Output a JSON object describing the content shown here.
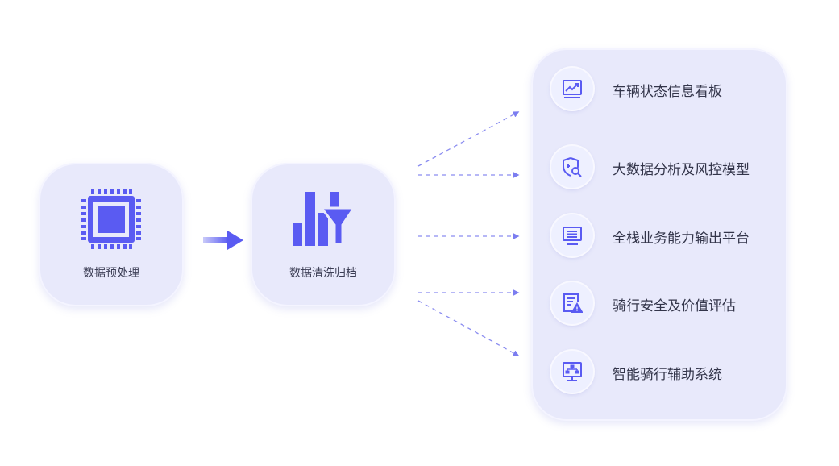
{
  "source": {
    "preprocess_label": "数据预处理",
    "clean_label": "数据清洗归档"
  },
  "outputs": [
    {
      "label": "车辆状态信息看板",
      "icon": "chart-trend-icon"
    },
    {
      "label": "大数据分析及风控模型",
      "icon": "shield-search-icon"
    },
    {
      "label": "全栈业务能力输出平台",
      "icon": "monitor-icon"
    },
    {
      "label": "骑行安全及价值评估",
      "icon": "document-warning-icon"
    },
    {
      "label": "智能骑行辅助系统",
      "icon": "network-monitor-icon"
    }
  ],
  "colors": {
    "accent": "#5a5bf2",
    "card_bg": "#e8e9fb",
    "connector": "#8a8cf0"
  }
}
